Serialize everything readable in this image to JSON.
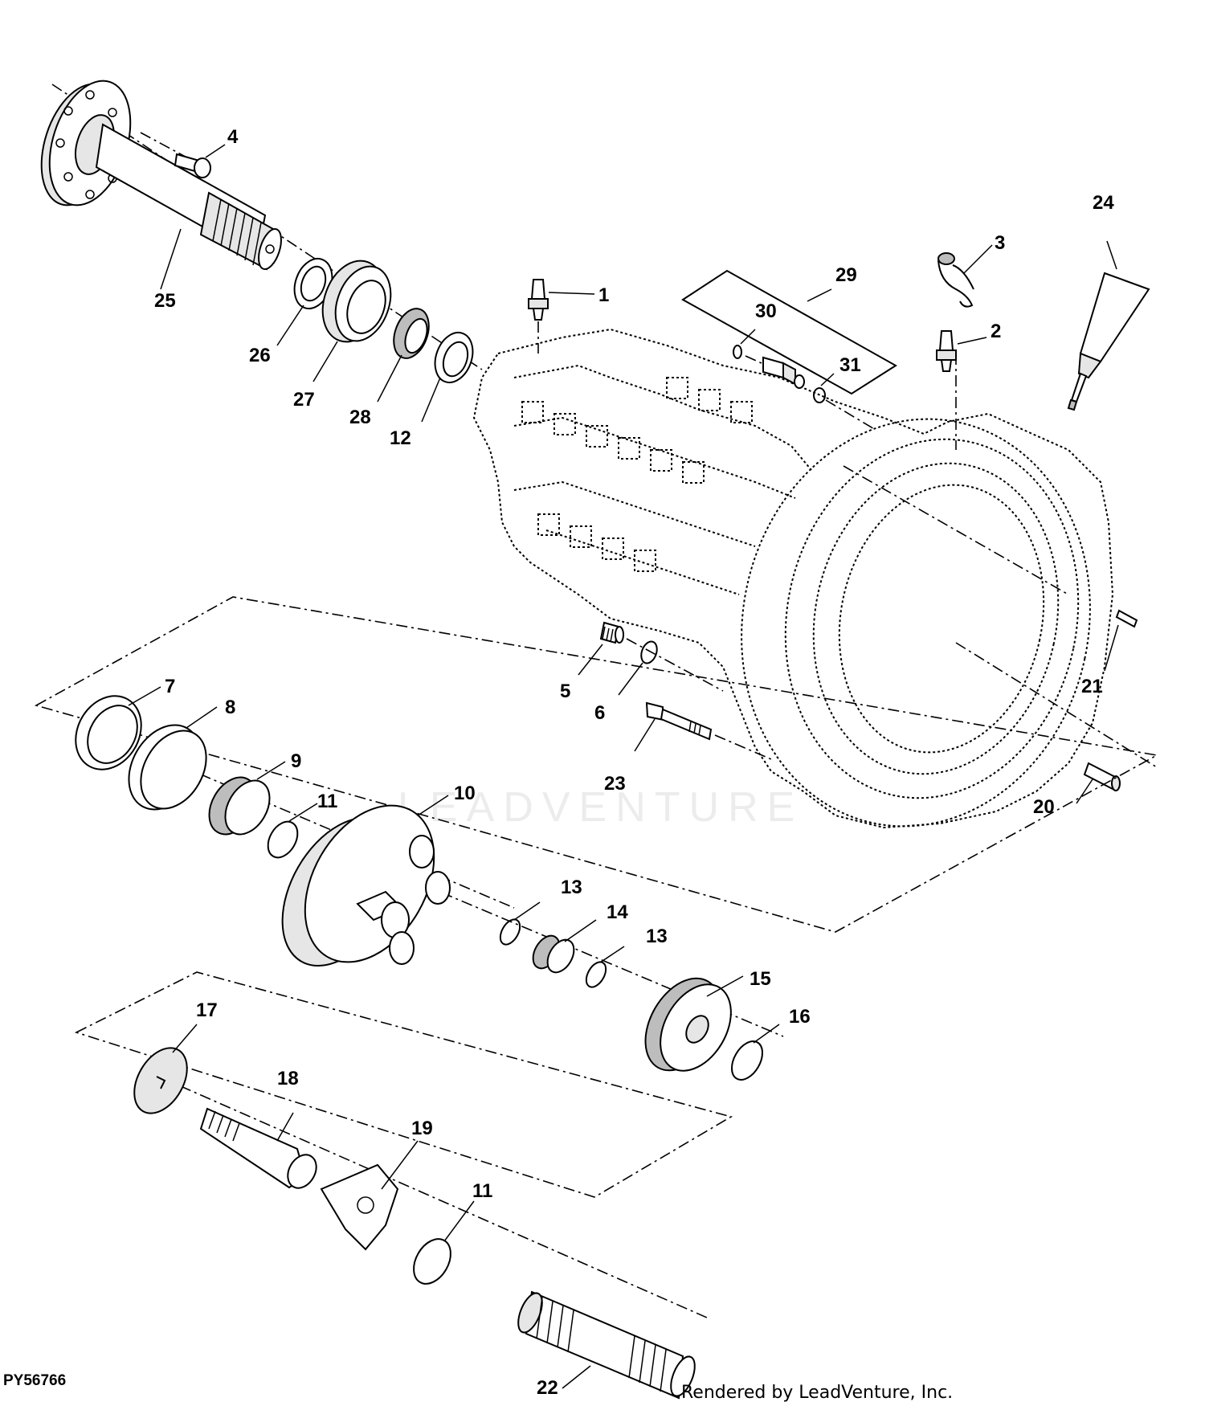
{
  "figure_id": "PY56766",
  "credit": "Rendered by LeadVenture, Inc.",
  "watermark": "LEADVENTURE",
  "callouts": [
    "1",
    "2",
    "3",
    "4",
    "5",
    "6",
    "7",
    "8",
    "9",
    "10",
    "11",
    "11",
    "12",
    "13",
    "13",
    "14",
    "15",
    "16",
    "17",
    "18",
    "19",
    "20",
    "21",
    "22",
    "23",
    "24",
    "25",
    "26",
    "27",
    "28",
    "29",
    "30",
    "31"
  ]
}
